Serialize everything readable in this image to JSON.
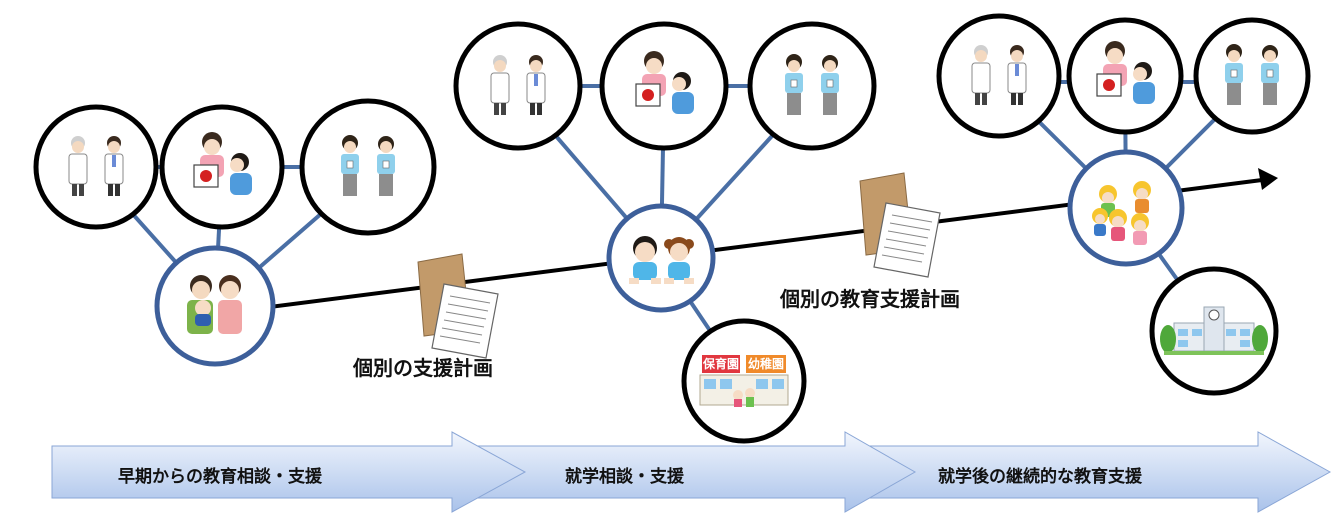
{
  "labels": {
    "plan_early": "個別の支援計画",
    "plan_school": "個別の教育支援計画"
  },
  "stages": [
    {
      "label": "早期からの教育相談・支援"
    },
    {
      "label": "就学相談・支援"
    },
    {
      "label": "就学後の継続的な教育支援"
    }
  ],
  "colors": {
    "connector": "#4a6fa5",
    "circle_border_hub": "#3d5f9a",
    "circle_border_support": "#000000",
    "timeline": "#000000",
    "arrow_fill_top": "#f2f6fd",
    "arrow_fill_bottom": "#a9c2ea",
    "arrow_stroke": "#8aa6d6"
  },
  "icons": {
    "doctor_pair": "doctors-icon",
    "teacher_child": "teacher-with-child-icon",
    "staff_pair": "staff-pair-icon",
    "family": "family-icon",
    "preschool_children": "preschool-children-icon",
    "school_children": "school-children-icon",
    "kindergarten": "kindergarten-building-icon",
    "school": "school-building-icon",
    "document": "document-envelope-icon"
  }
}
